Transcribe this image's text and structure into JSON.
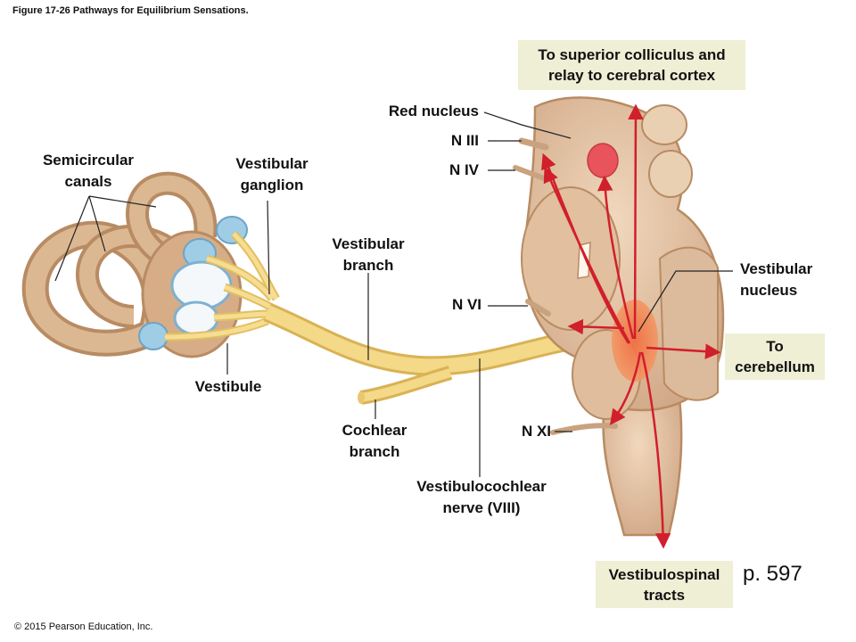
{
  "figure_caption": "Figure 17-26 Pathways for Equilibrium Sensations.",
  "labels": {
    "semicircular_canals": "Semicircular\ncanals",
    "vestibular_ganglion": "Vestibular\nganglion",
    "vestibular_branch": "Vestibular\nbranch",
    "vestibule": "Vestibule",
    "cochlear_branch": "Cochlear\nbranch",
    "vestibulocochlear_nerve": "Vestibulocochlear\nnerve (VIII)",
    "red_nucleus": "Red nucleus",
    "n_iii": "N III",
    "n_iv": "N IV",
    "n_vi": "N VI",
    "n_xi": "N XI",
    "vestibular_nucleus": "Vestibular\nnucleus"
  },
  "boxes": {
    "superior_colliculus": "To superior colliculus and\nrelay to cerebral cortex",
    "to_cerebellum": "To\ncerebellum",
    "vestibulospinal": "Vestibulospinal\ntracts"
  },
  "page_ref": "p.  597",
  "copyright": "© 2015 Pearson Education, Inc.",
  "colors": {
    "bone": "#d9b48f",
    "bone_shadow": "#b88b63",
    "nerve": "#f0d27a",
    "brainstem": "#e6c5a5",
    "pathway_arrow": "#d11f2b",
    "red_nucleus": "#e8535c",
    "vestibular_nucleus": "#ec7f4f",
    "label_box": "#efefd6"
  }
}
